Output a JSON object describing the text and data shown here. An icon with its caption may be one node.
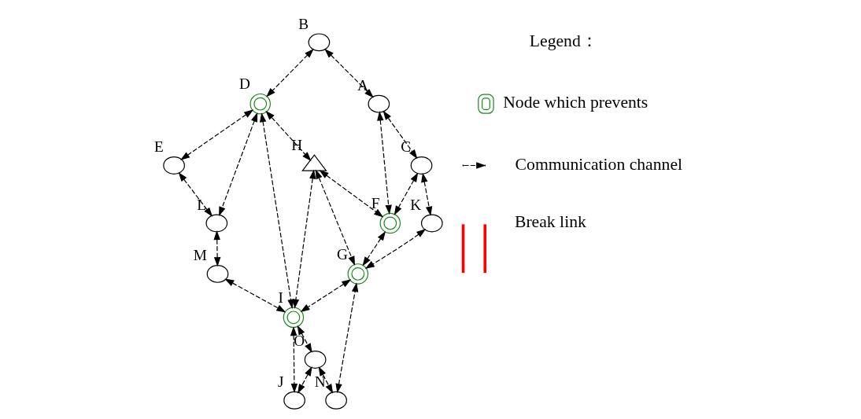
{
  "diagram": {
    "nodes": [
      {
        "text": [],
        "shape": "circle",
        "beside": [
          "A"
        ]
      },
      {
        "text": [],
        "shape": "circle",
        "beside": [
          "B"
        ]
      },
      {
        "text": [],
        "shape": "circle",
        "beside": [
          "C"
        ]
      },
      {
        "text": [],
        "shape": "doublecircle",
        "beside": [
          "D"
        ]
      },
      {
        "text": [],
        "shape": "circle",
        "beside": [
          "E"
        ]
      },
      {
        "text": [],
        "shape": "doublecircle",
        "beside": [
          "F"
        ]
      },
      {
        "text": [],
        "shape": "doublecircle",
        "beside": [
          "G"
        ]
      },
      {
        "text": [],
        "shape": "triangle",
        "beside": [
          "H"
        ]
      },
      {
        "text": [],
        "shape": "doublecircle",
        "beside": [
          "I"
        ]
      },
      {
        "text": [],
        "shape": "circle",
        "beside": [
          "J"
        ]
      },
      {
        "text": [],
        "shape": "circle",
        "beside": [
          "K"
        ]
      },
      {
        "text": [],
        "shape": "circle",
        "beside": [
          "L"
        ]
      },
      {
        "text": [],
        "shape": "circle",
        "beside": [
          "M"
        ]
      },
      {
        "text": [],
        "shape": "circle",
        "beside": [
          "N"
        ]
      },
      {
        "text": [],
        "shape": "circle",
        "beside": [
          "O"
        ]
      }
    ],
    "edges": [
      {
        "from": 1,
        "to": 3,
        "arrow": "both",
        "style": "dashed"
      },
      {
        "from": 1,
        "to": 0,
        "arrow": "both",
        "style": "dashed"
      },
      {
        "from": 0,
        "to": 5,
        "arrow": "both",
        "style": "dashed"
      },
      {
        "from": 0,
        "to": 2,
        "arrow": "both",
        "style": "dashed"
      },
      {
        "from": 2,
        "to": 5,
        "arrow": "both",
        "style": "dashed"
      },
      {
        "from": 2,
        "to": 10,
        "arrow": "both",
        "style": "dashed"
      },
      {
        "from": 10,
        "to": 6,
        "arrow": "both",
        "style": "dashed"
      },
      {
        "from": 5,
        "to": 6,
        "arrow": "both",
        "style": "dashed"
      },
      {
        "from": 3,
        "to": 4,
        "arrow": "both",
        "style": "dashed"
      },
      {
        "from": 3,
        "to": 11,
        "arrow": "both",
        "style": "dashed"
      },
      {
        "from": 4,
        "to": 11,
        "arrow": "both",
        "style": "dashed"
      },
      {
        "from": 11,
        "to": 12,
        "arrow": "both",
        "style": "dashed"
      },
      {
        "from": 12,
        "to": 8,
        "arrow": "both",
        "style": "dashed"
      },
      {
        "from": 3,
        "to": 8,
        "arrow": "both",
        "style": "dashed"
      },
      {
        "from": 8,
        "to": 9,
        "arrow": "both",
        "style": "dashed"
      },
      {
        "from": 8,
        "to": 14,
        "arrow": "both",
        "style": "dashed"
      },
      {
        "from": 14,
        "to": 9,
        "arrow": "both",
        "style": "dashed"
      },
      {
        "from": 14,
        "to": 13,
        "arrow": "both",
        "style": "dashed"
      },
      {
        "from": 13,
        "to": 6,
        "arrow": "both",
        "style": "dashed"
      },
      {
        "from": 6,
        "to": 8,
        "arrow": "both",
        "style": "dashed"
      },
      {
        "from": 3,
        "to": 7,
        "arrow": "both",
        "style": "dashed"
      },
      {
        "from": 7,
        "to": 5,
        "arrow": "both",
        "style": "dashed"
      },
      {
        "from": 7,
        "to": 8,
        "arrow": "both",
        "style": "dashed"
      },
      {
        "from": 7,
        "to": 6,
        "arrow": "both",
        "style": "dashed"
      }
    ],
    "labels": [
      "Legend："
    ],
    "legend": [
      {
        "text": "Node which prevents"
      },
      {
        "text": "Communication channel"
      },
      {
        "text": "Break link"
      }
    ]
  }
}
